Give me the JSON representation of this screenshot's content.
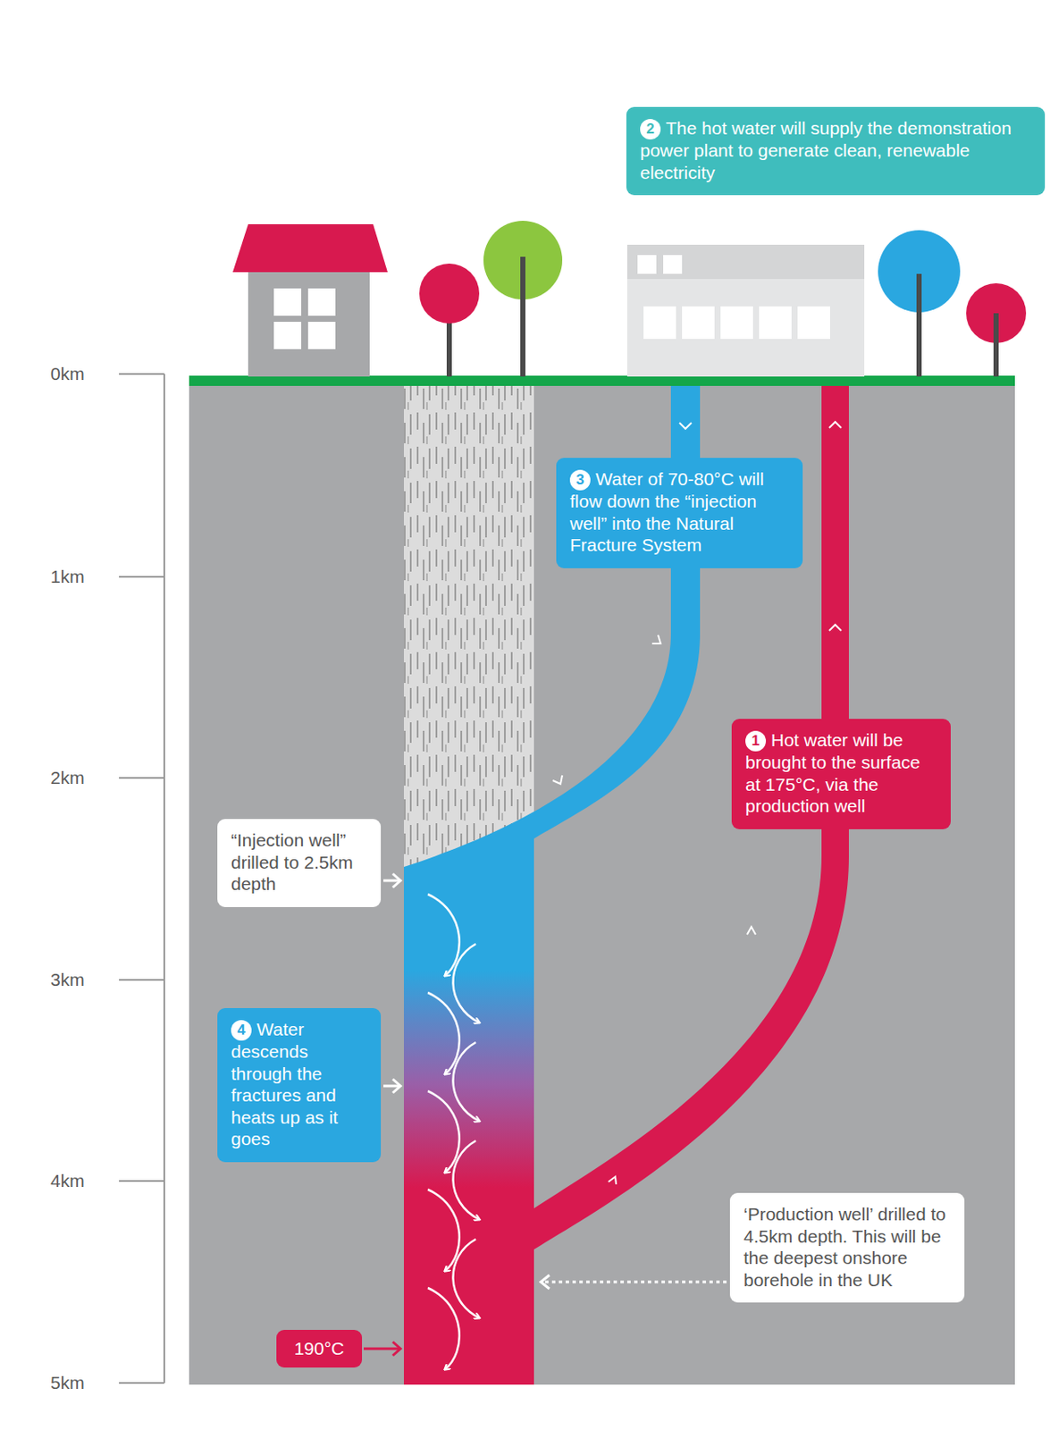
{
  "diagram": {
    "nodes": [
      {
        "text": [
          "2",
          "The hot water will supply the demonstration power plant to generate clean, renewable electricity"
        ]
      },
      {
        "text": [
          "3",
          "Water of 70-80°C will flow down the “injection well” into the Natural Fracture System"
        ]
      },
      {
        "text": [
          "1",
          "Hot water will be brought to the surface at 175°C, via the production well"
        ]
      },
      {
        "text": [
          "“Injection well” drilled to 2.5km depth"
        ]
      },
      {
        "text": [
          "4",
          "Water descends through the fractures and heats up as it goes"
        ]
      },
      {
        "text": [
          "‘Production well’ drilled to 4.5km depth. This will be the deepest onshore borehole in the UK"
        ]
      },
      {
        "text": [
          "190°C"
        ]
      }
    ],
    "labels": [
      "0km",
      "1km",
      "2km",
      "3km",
      "4km",
      "5km"
    ]
  }
}
